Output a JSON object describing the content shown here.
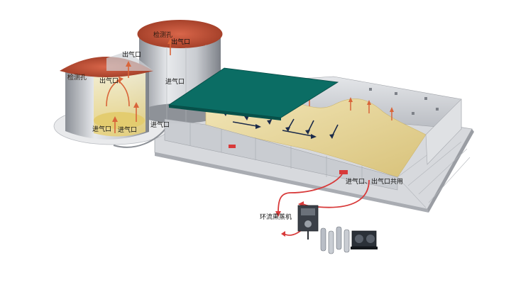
{
  "labels": {
    "inspection_hole_left": "检测孔",
    "inspection_hole_right": "检测孔",
    "outlet_left_top": "出气口",
    "outlet_left_inner": "出气口",
    "outlet_right_top": "出气口",
    "inlet_right_tank": "进气口",
    "inlet_left_a": "进气口",
    "inlet_left_b": "进气口",
    "inlet_left_c": "进气口",
    "inlet_outlet_shared": "进气口、出气口共用",
    "circulation_fumigator": "环流熏蒸机"
  },
  "colors": {
    "airflow_arrow": "#d9653a",
    "return_arrow": "#1b2a4a",
    "roof": "#0b6d64",
    "grain": "#e8d89a",
    "silo_top": "#b5432a",
    "hose": "#d83a3a"
  }
}
